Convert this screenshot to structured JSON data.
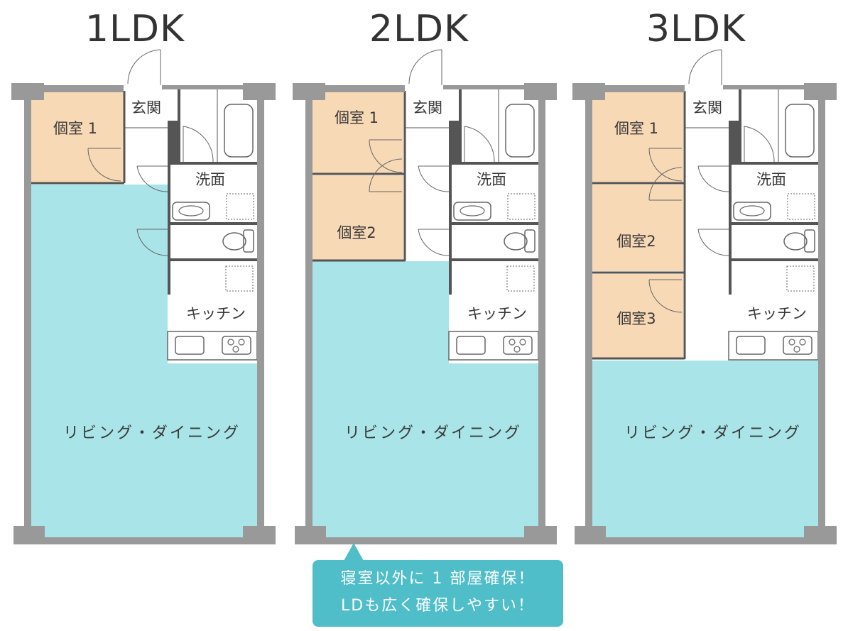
{
  "plans": [
    {
      "title": "1LDK",
      "entrance": "玄関",
      "washroom": "洗面",
      "kitchen": "キッチン",
      "living": "リビング・ダイニング",
      "rooms": [
        "個室 1"
      ]
    },
    {
      "title": "2LDK",
      "entrance": "玄関",
      "washroom": "洗面",
      "kitchen": "キッチン",
      "living": "リビング・ダイニング",
      "rooms": [
        "個室 1",
        "個室2"
      ]
    },
    {
      "title": "3LDK",
      "entrance": "玄関",
      "washroom": "洗面",
      "kitchen": "キッチン",
      "living": "リビング・ダイニング",
      "rooms": [
        "個室 1",
        "個室2",
        "個室3"
      ]
    }
  ],
  "callout": {
    "line1": "寝室以外に 1 部屋確保！",
    "line2": "LDも広く確保しやすい！"
  },
  "colors": {
    "wall": "#999999",
    "room": "#f8d9b6",
    "living": "#a9e4e8",
    "callout": "#4fbec9"
  }
}
